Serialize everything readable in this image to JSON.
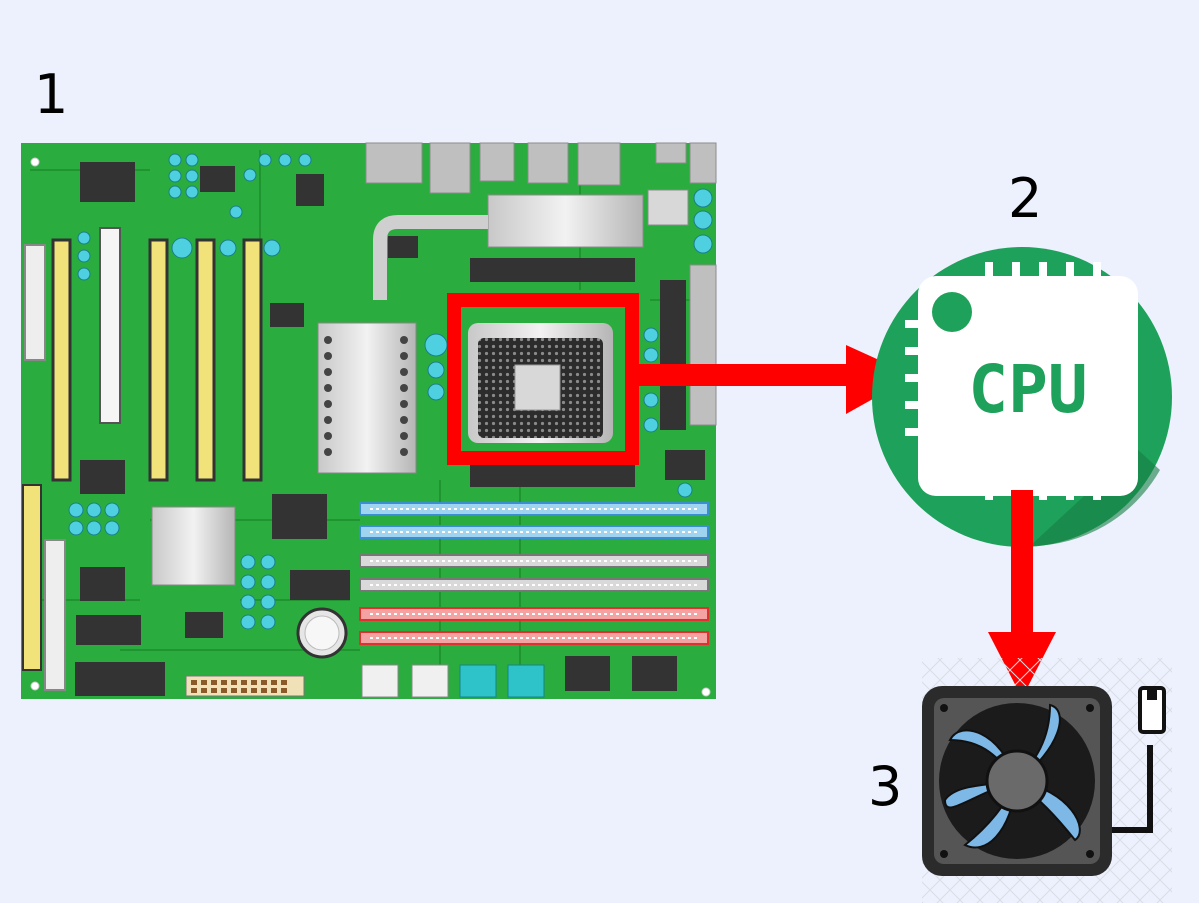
{
  "labels": {
    "step1": "1",
    "step2": "2",
    "step3": "3"
  },
  "cpu_icon": {
    "text": "CPU"
  },
  "colors": {
    "background": "#edf1fd",
    "board": "#2aad3e",
    "board_dark": "#1e7a2c",
    "highlight": "#ff0000",
    "cpu_circle": "#1ea15a",
    "cpu_chip": "#ffffff",
    "fan_frame": "#2b2b2b",
    "fan_blade": "#7db8e6"
  },
  "icons": [
    "motherboard-icon",
    "cpu-icon",
    "fan-icon",
    "arrow-right-icon",
    "arrow-down-icon"
  ]
}
